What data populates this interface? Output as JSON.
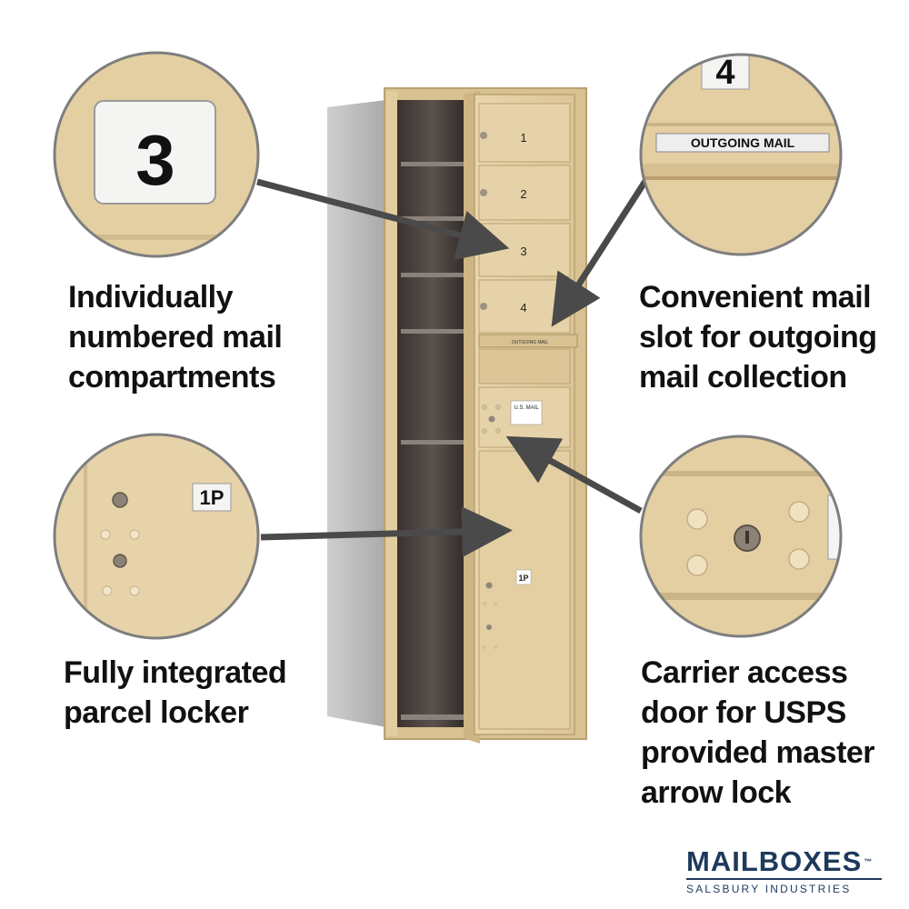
{
  "callouts": {
    "top_left": {
      "label": "3",
      "caption": [
        "Individually",
        "numbered mail",
        "compartments"
      ]
    },
    "top_right": {
      "number": "4",
      "slot_label": "OUTGOING MAIL",
      "caption": [
        "Convenient mail",
        "slot for outgoing",
        "mail collection"
      ]
    },
    "bottom_left": {
      "label": "1P",
      "caption": [
        "Fully integrated",
        "parcel locker"
      ]
    },
    "bottom_right": {
      "caption": [
        "Carrier access",
        "door for USPS",
        "provided master",
        "arrow lock"
      ]
    }
  },
  "mailbox": {
    "compartments": [
      "1",
      "2",
      "3",
      "4"
    ],
    "outgoing_label": "OUTGOING MAIL",
    "carrier_label": "U.S. MAIL",
    "parcel_label": "1P"
  },
  "brand": {
    "name": "MAILBOXES",
    "trademark": "™",
    "subtitle": "SALSBURY INDUSTRIES"
  },
  "colors": {
    "sand": "#e4cfa3",
    "sand_dark": "#c9b184",
    "frame_gray": "#b9b9b9",
    "arrow": "#4a4a4a",
    "brand": "#1d3a5c"
  }
}
